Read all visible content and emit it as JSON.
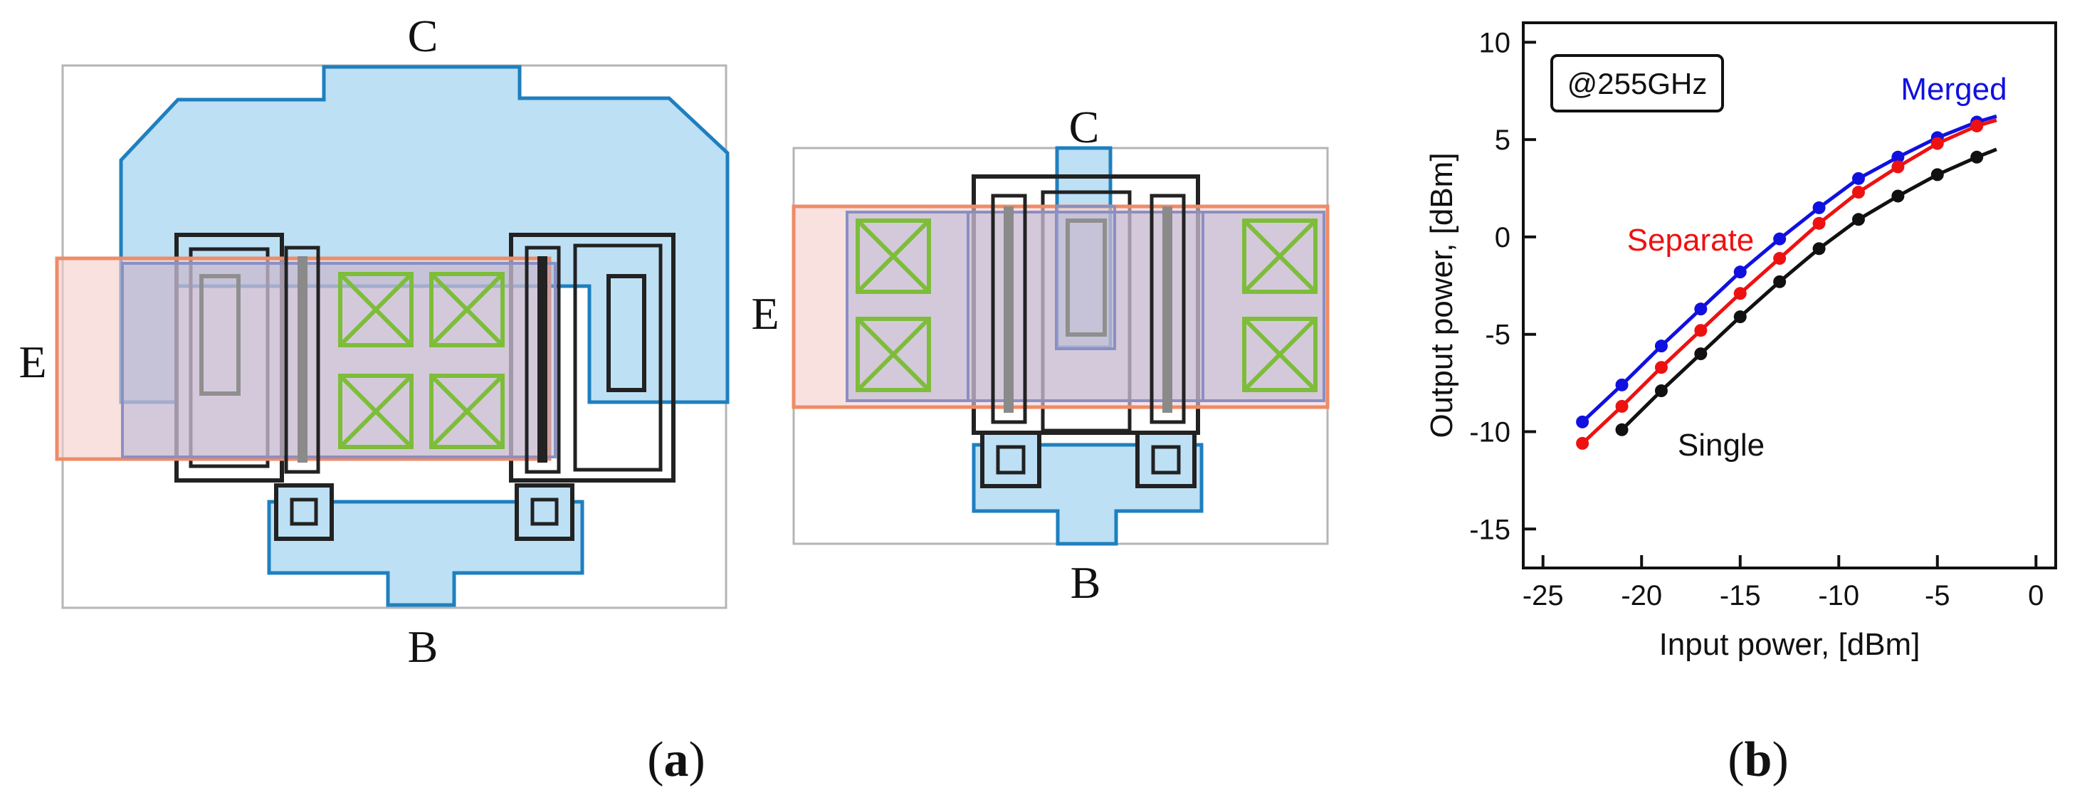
{
  "panel_a": {
    "label_open": "(",
    "label_letter": "a",
    "label_close": ")",
    "left_layout": {
      "collector": "C",
      "emitter": "E",
      "base": "B"
    },
    "right_layout": {
      "collector": "C",
      "emitter": "E",
      "base": "B"
    }
  },
  "panel_b": {
    "label_open": "(",
    "label_letter": "b",
    "label_close": ")"
  },
  "chart_data": {
    "type": "line",
    "title": "",
    "annotation": "@255GHz",
    "xlabel": "Input power, [dBm]",
    "ylabel": "Output power, [dBm]",
    "xlim": [
      -26,
      1
    ],
    "ylim": [
      -17,
      11
    ],
    "xticks": [
      -25,
      -20,
      -15,
      -10,
      -5,
      0
    ],
    "yticks": [
      -15,
      -10,
      -5,
      0,
      5,
      10
    ],
    "grid": false,
    "series": [
      {
        "name": "Merged",
        "color": "#1010e0",
        "marker_x": [
          -23,
          -21,
          -19,
          -17,
          -15,
          -13,
          -11,
          -9,
          -7,
          -5,
          -3
        ],
        "marker_y": [
          -9.5,
          -7.6,
          -5.6,
          -3.7,
          -1.8,
          -0.1,
          1.5,
          3.0,
          4.1,
          5.1,
          5.9
        ],
        "curve_x": [
          -23,
          -21,
          -19,
          -17,
          -15,
          -13,
          -11,
          -9,
          -7,
          -5,
          -3,
          -2
        ],
        "curve_y": [
          -9.5,
          -7.6,
          -5.6,
          -3.7,
          -1.8,
          -0.1,
          1.5,
          3.0,
          4.1,
          5.1,
          5.9,
          6.2
        ]
      },
      {
        "name": "Separate",
        "color": "#ee1111",
        "marker_x": [
          -23,
          -21,
          -19,
          -17,
          -15,
          -13,
          -11,
          -9,
          -7,
          -5,
          -3
        ],
        "marker_y": [
          -10.6,
          -8.7,
          -6.7,
          -4.8,
          -2.9,
          -1.1,
          0.7,
          2.3,
          3.6,
          4.8,
          5.7
        ],
        "curve_x": [
          -23,
          -21,
          -19,
          -17,
          -15,
          -13,
          -11,
          -9,
          -7,
          -5,
          -3,
          -2
        ],
        "curve_y": [
          -10.6,
          -8.7,
          -6.7,
          -4.8,
          -2.9,
          -1.1,
          0.7,
          2.3,
          3.6,
          4.8,
          5.7,
          6.0
        ]
      },
      {
        "name": "Single",
        "color": "#111111",
        "marker_x": [
          -21,
          -19,
          -17,
          -15,
          -13,
          -11,
          -9,
          -7,
          -5,
          -3
        ],
        "marker_y": [
          -9.9,
          -7.9,
          -6.0,
          -4.1,
          -2.3,
          -0.6,
          0.9,
          2.1,
          3.2,
          4.1
        ],
        "curve_x": [
          -21,
          -19,
          -17,
          -15,
          -13,
          -11,
          -9,
          -7,
          -5,
          -3,
          -2
        ],
        "curve_y": [
          -9.9,
          -7.9,
          -6.0,
          -4.1,
          -2.3,
          -0.6,
          0.9,
          2.1,
          3.2,
          4.1,
          4.5
        ]
      }
    ]
  }
}
